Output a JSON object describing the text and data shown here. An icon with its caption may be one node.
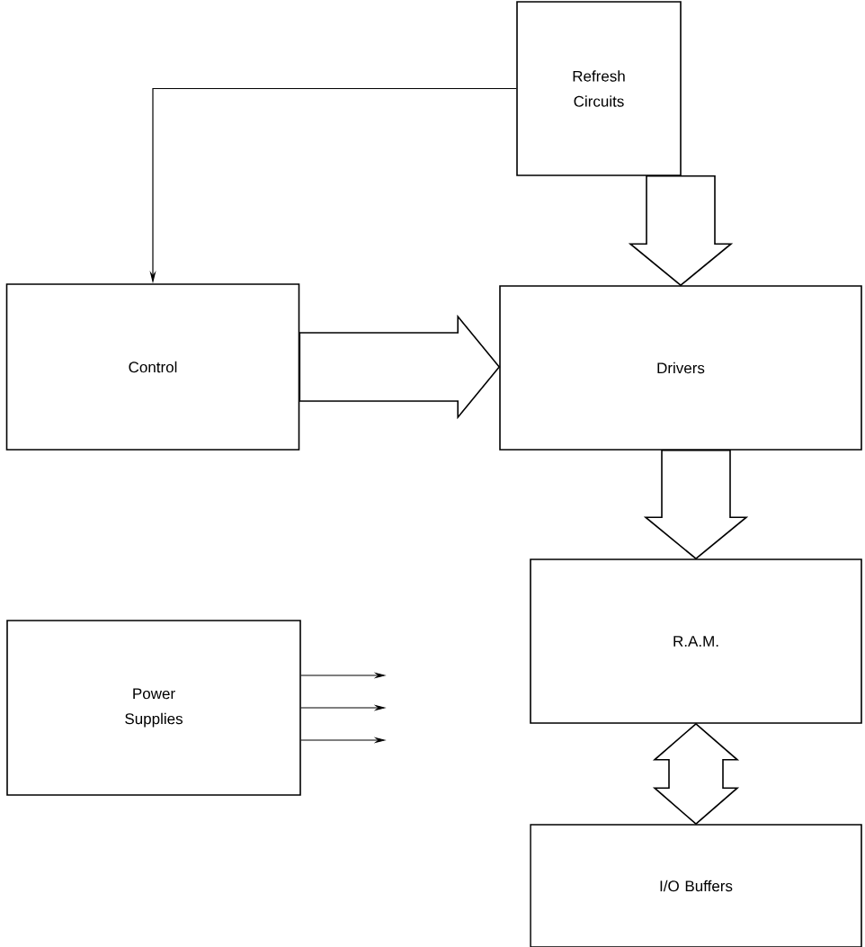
{
  "diagram": {
    "nodes": [
      {
        "text": [
          "Refresh Circuits"
        ]
      },
      {
        "text": [
          "Control"
        ]
      },
      {
        "text": [
          "Drivers"
        ]
      },
      {
        "text": [
          "R.A.M."
        ]
      },
      {
        "text": [
          "Power Supplies"
        ]
      },
      {
        "text": [
          "I/O Buffers"
        ]
      }
    ],
    "edges": [
      {
        "from": 0,
        "to": 1,
        "arrow": "to"
      },
      {
        "from": 0,
        "to": 2,
        "arrow": "to",
        "style": "thick"
      },
      {
        "from": 1,
        "to": 2,
        "arrow": "to",
        "style": "thick"
      },
      {
        "from": 2,
        "to": 3,
        "arrow": "to",
        "style": "thick"
      },
      {
        "from": 3,
        "to": 5,
        "arrow": "both",
        "style": "thick"
      },
      {
        "from": 4,
        "to": null,
        "arrow": "to"
      },
      {
        "from": 4,
        "to": null,
        "arrow": "to"
      },
      {
        "from": 4,
        "to": null,
        "arrow": "to"
      }
    ]
  }
}
